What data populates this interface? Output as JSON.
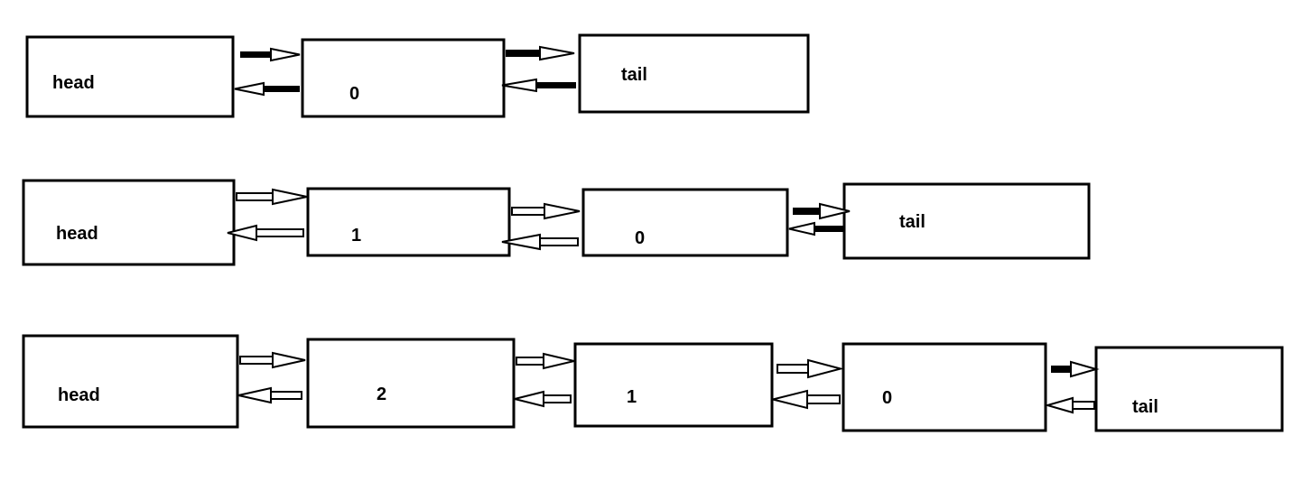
{
  "colors": {
    "stroke": "#000000",
    "background": "#ffffff",
    "arrow_hollow_fill": "#ffffff"
  },
  "rows": [
    {
      "nodes": [
        {
          "label": "head"
        },
        {
          "label": "0"
        },
        {
          "label": "tail"
        }
      ]
    },
    {
      "nodes": [
        {
          "label": "head"
        },
        {
          "label": "1"
        },
        {
          "label": "0"
        },
        {
          "label": "tail"
        }
      ]
    },
    {
      "nodes": [
        {
          "label": "head"
        },
        {
          "label": "2"
        },
        {
          "label": "1"
        },
        {
          "label": "0"
        },
        {
          "label": "tail"
        }
      ]
    }
  ]
}
